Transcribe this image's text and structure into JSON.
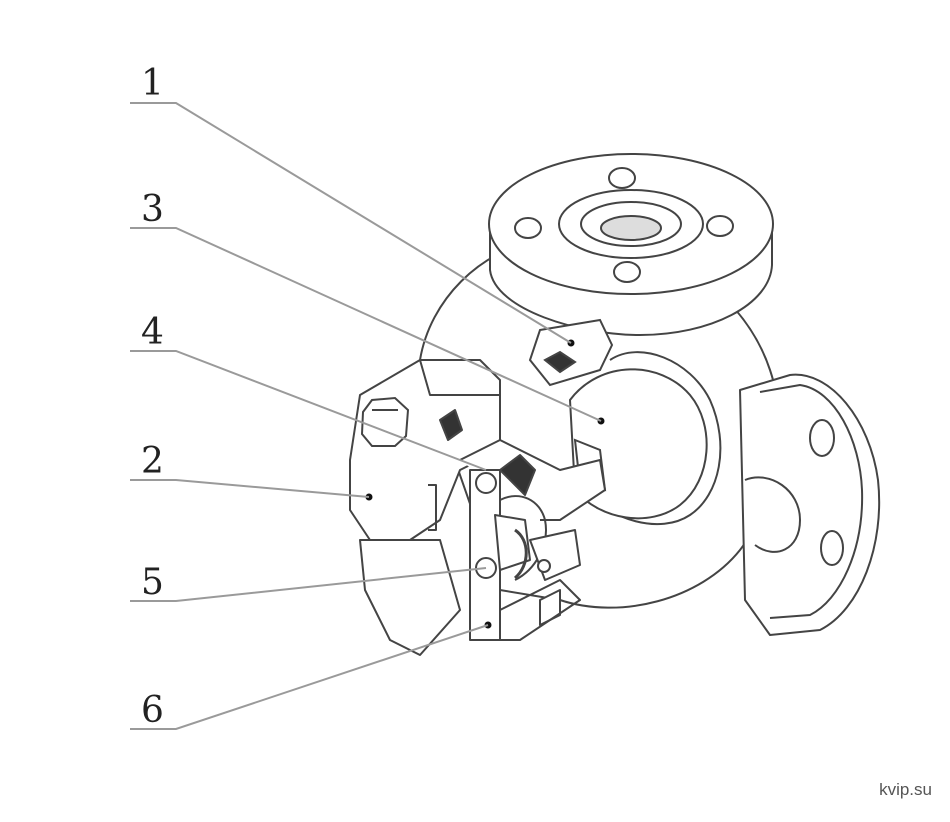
{
  "callouts": [
    {
      "id": "1",
      "label": "1"
    },
    {
      "id": "3",
      "label": "3"
    },
    {
      "id": "4",
      "label": "4"
    },
    {
      "id": "2",
      "label": "2"
    },
    {
      "id": "5",
      "label": "5"
    },
    {
      "id": "6",
      "label": "6"
    }
  ],
  "watermark": "kvip.su",
  "colors": {
    "line": "#444444",
    "leader": "#9a9a9a",
    "background": "#ffffff"
  }
}
